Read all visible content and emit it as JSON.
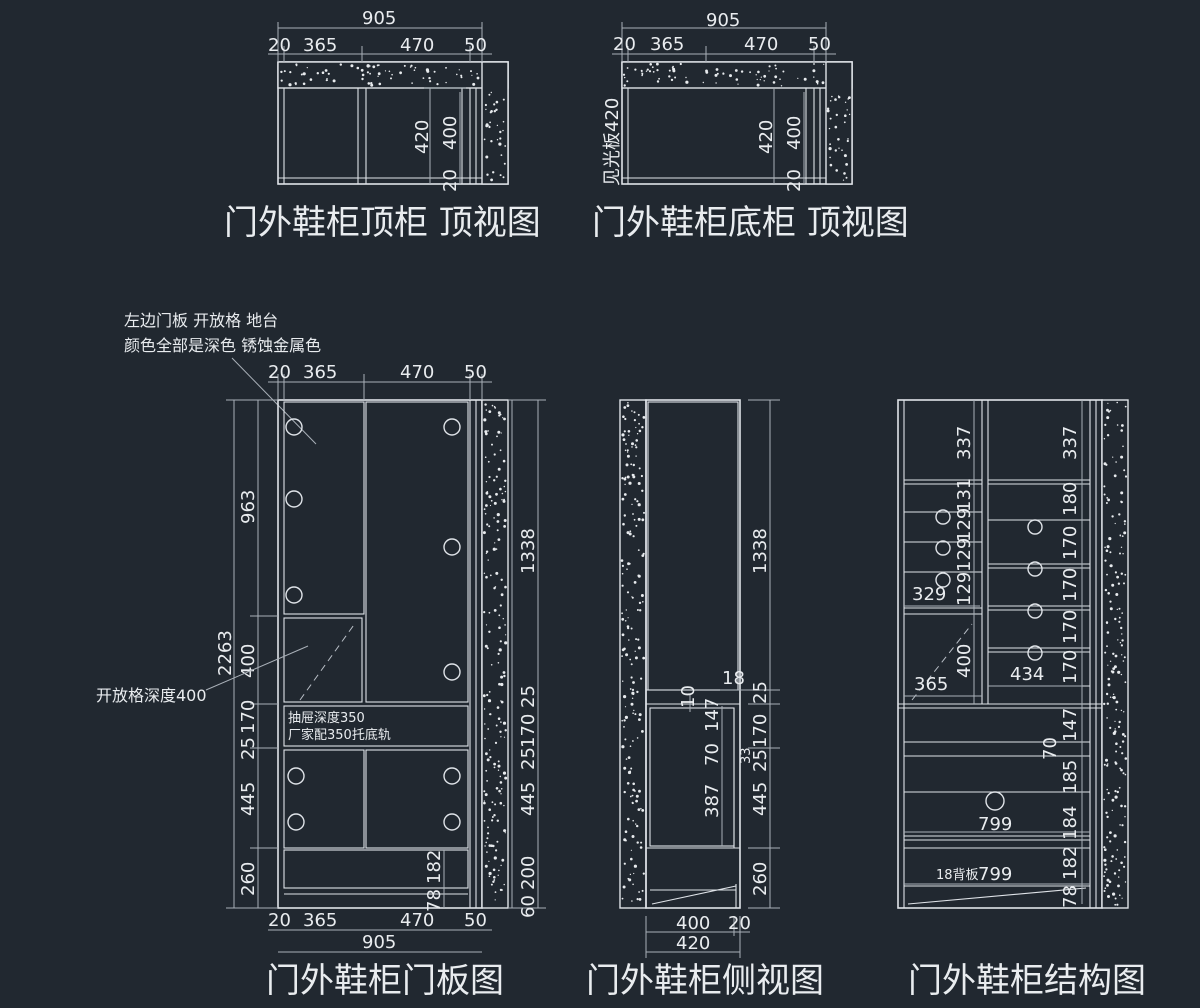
{
  "titles": {
    "top_cabinet_top_view": "门外鞋柜顶柜 顶视图",
    "bottom_cabinet_top_view": "门外鞋柜底柜 顶视图",
    "door_panel_view": "门外鞋柜门板图",
    "side_view": "门外鞋柜侧视图",
    "structure_view": "门外鞋柜结构图"
  },
  "notes": {
    "color_line1": "左边门板 开放格 地台",
    "color_line2": "颜色全部是深色 锈蚀金属色",
    "open_shelf_depth": "开放格深度400",
    "drawer_depth": "抽屉深度350",
    "drawer_rail": "厂家配350托底轨",
    "see_panel": "见光板420",
    "back_panel": "18背板"
  },
  "dims": {
    "total_width": "905",
    "w20": "20",
    "w365": "365",
    "w470": "470",
    "w50": "50",
    "d420": "420",
    "d400": "400",
    "h20": "20",
    "h2263": "2263",
    "h963": "963",
    "h400": "400",
    "h170": "170",
    "h25": "25",
    "h445": "445",
    "h260": "260",
    "h1338": "1338",
    "h200": "200",
    "h60": "60",
    "h182": "182",
    "h78": "78",
    "h18": "18",
    "h147": "147",
    "h70": "70",
    "h387": "387",
    "h337": "337",
    "h131": "131",
    "h129": "129",
    "h180": "180",
    "h185": "185",
    "h184": "184",
    "w329": "329",
    "w434": "434",
    "w799": "799",
    "w10": "10",
    "w33": "33"
  }
}
